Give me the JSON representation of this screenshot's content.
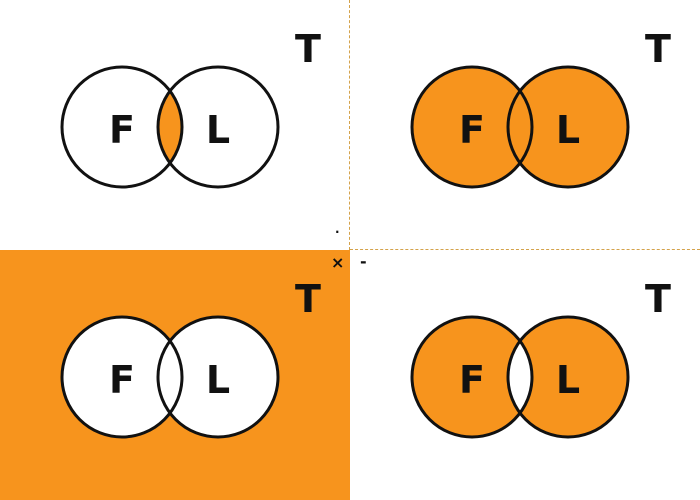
{
  "colors": {
    "fill": "#f7941d",
    "stroke": "#111111",
    "blank": "#ffffff"
  },
  "operators": {
    "dot": "·",
    "times": "×",
    "minus": "-"
  },
  "panels": [
    {
      "id": "intersection",
      "universe_label": "T",
      "left_label": "F",
      "right_label": "L",
      "universe_filled": false,
      "left_only": false,
      "intersection": true,
      "right_only": false
    },
    {
      "id": "union",
      "universe_label": "T",
      "left_label": "F",
      "right_label": "L",
      "universe_filled": false,
      "left_only": true,
      "intersection": true,
      "right_only": true
    },
    {
      "id": "complement-of-union",
      "universe_label": "T",
      "left_label": "F",
      "right_label": "L",
      "universe_filled": true,
      "left_only": false,
      "intersection": false,
      "right_only": false
    },
    {
      "id": "symmetric-difference",
      "universe_label": "T",
      "left_label": "F",
      "right_label": "L",
      "universe_filled": false,
      "left_only": true,
      "intersection": false,
      "right_only": true
    }
  ]
}
